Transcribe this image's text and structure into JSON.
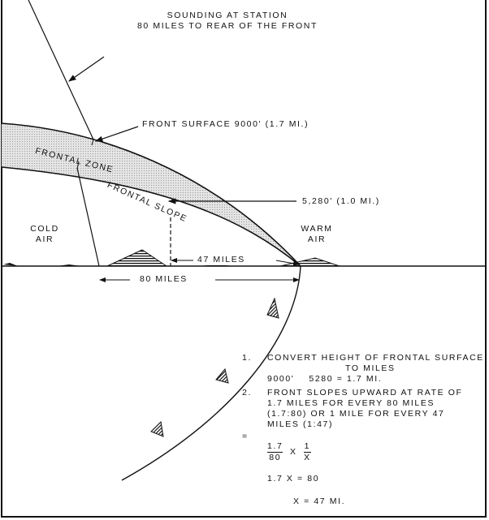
{
  "labels": {
    "sounding_line1": "SOUNDING AT STATION",
    "sounding_line2": "80 MILES TO REAR OF THE FRONT",
    "front_surface": "FRONT SURFACE 9000' (1.7 MI.)",
    "frontal_zone": "FRONTAL ZONE",
    "frontal_slope": "FRONTAL SLOPE",
    "height_mile": "5,280' (1.0 MI.)",
    "cold_air_1": "COLD",
    "cold_air_2": "AIR",
    "warm_air_1": "WARM",
    "warm_air_2": "AIR",
    "dist_47": "47 MILES",
    "dist_80": "80 MILES"
  },
  "notes": {
    "step1_num": "1.",
    "step1_line1": "CONVERT HEIGHT OF FRONTAL SURFACE",
    "step1_line2": "TO MILES",
    "step1_line3": "9000'    5280 = 1.7 MI.",
    "step2_num": "2.",
    "step2_line1": "FRONT SLOPES UPWARD AT RATE OF",
    "step2_line2": "1.7 MILES FOR EVERY 80 MILES",
    "step2_line3": "(1.7:80) OR 1 MILE FOR EVERY 47",
    "step2_line4": "MILES (1:47)",
    "equals": "=",
    "frac1_num": "1.7",
    "frac1_den": "80",
    "times": "X",
    "frac2_num": "1",
    "frac2_den": "X",
    "eq2": "1.7 X = 80",
    "eq3": "X = 47 MI."
  }
}
